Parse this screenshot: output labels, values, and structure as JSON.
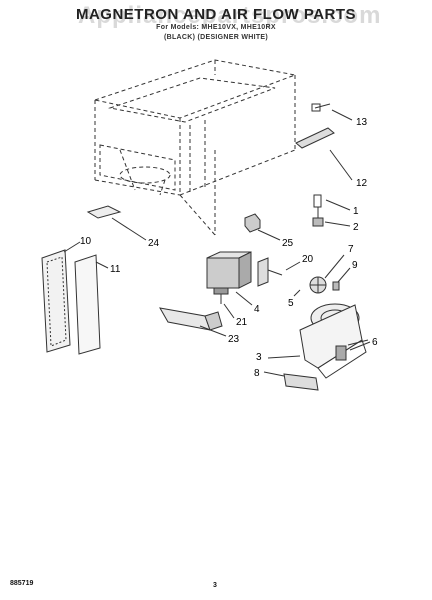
{
  "watermark": "Appliancepartspros.com",
  "title": "MAGNETRON AND AIR FLOW PARTS",
  "subtitle_models": "For Models: MHE10VX, MHE10RX",
  "subtitle_colors": "(BLACK)     (DESIGNER WHITE)",
  "footer_code": "885719",
  "page_number": "3",
  "callouts": [
    "13",
    "12",
    "1",
    "2",
    "24",
    "25",
    "10",
    "11",
    "20",
    "7",
    "9",
    "5",
    "4",
    "21",
    "23",
    "6",
    "3",
    "8"
  ]
}
